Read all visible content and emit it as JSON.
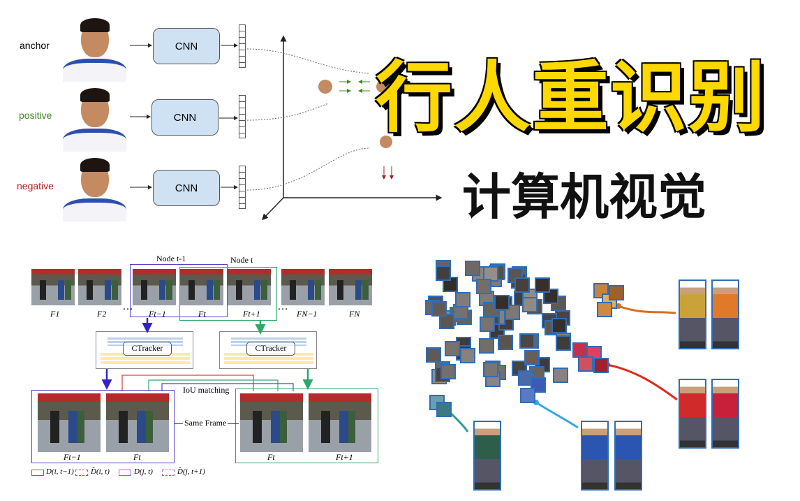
{
  "triplet": {
    "labels": {
      "anchor": "anchor",
      "positive": "positive",
      "negative": "negative"
    },
    "label_colors": {
      "anchor": "#000000",
      "positive": "#3c8a1e",
      "negative": "#b01c1c"
    },
    "cnn_label": "CNN"
  },
  "title": {
    "main": "行人重识别",
    "sub": "计算机视觉",
    "main_color": "#ffd800"
  },
  "ctracker": {
    "node_prev": "Node t-1",
    "node_curr": "Node t",
    "frames": [
      "F1",
      "F2",
      "Ft−1",
      "Ft",
      "Ft+1",
      "FN−1",
      "FN"
    ],
    "ellipsis": "…",
    "block_label": "CTracker",
    "iou_label": "IoU matching",
    "same_frame_label": "Same Frame",
    "out_left": [
      "Ft−1",
      "Ft"
    ],
    "out_right": [
      "Ft",
      "Ft+1"
    ],
    "legend": [
      "D(i, t−1)",
      "D̂(i, t)",
      "D(j, t)",
      "D̂(j, t+1)"
    ],
    "colors": {
      "node_prev": "#5b3fc4",
      "node_curr": "#2ea86a",
      "match_red": "#d9403a",
      "legend_pink": "#c94fc9"
    }
  },
  "embedding": {
    "cluster_colors": [
      "#d86f1e",
      "#dd2c1e",
      "#2f9e94",
      "#3aa6e0"
    ],
    "person_colors": [
      "#c9a33a",
      "#e07a2a",
      "#d02a2a",
      "#c8203a",
      "#2d5e4a",
      "#2a55b0",
      "#2a55b0"
    ]
  }
}
